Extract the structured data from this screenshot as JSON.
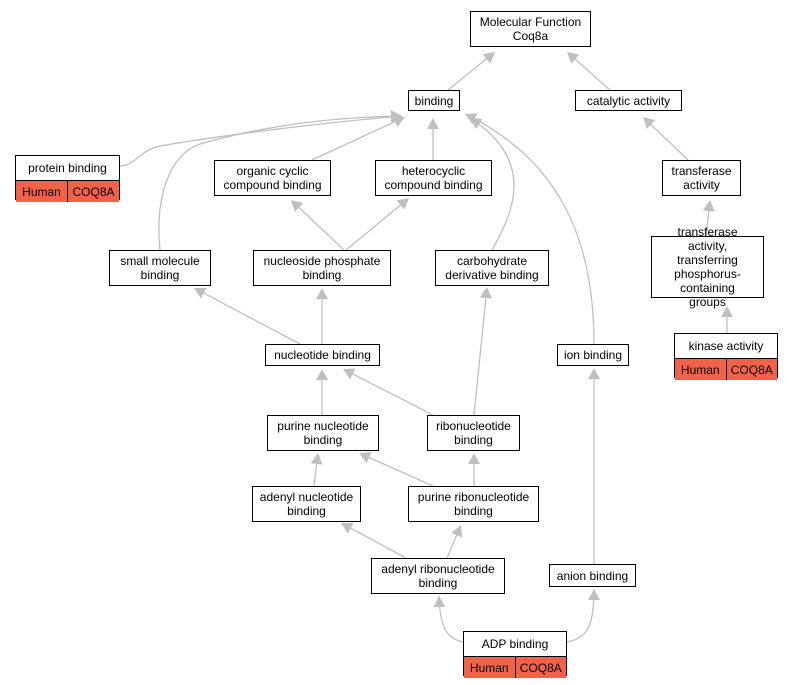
{
  "colors": {
    "edge": "#bfbfbf",
    "gene_fill": "#f16249",
    "border": "#000000"
  },
  "nodes": {
    "root": {
      "label": "Molecular Function\nCoq8a"
    },
    "binding": {
      "label": "binding"
    },
    "catalytic": {
      "label": "catalytic activity"
    },
    "protein_binding": {
      "label": "protein binding",
      "species": "Human",
      "gene": "COQ8A"
    },
    "organic_cyclic": {
      "label": "organic cyclic\ncompound binding"
    },
    "heterocyclic": {
      "label": "heterocyclic\ncompound binding"
    },
    "transferase": {
      "label": "transferase\nactivity"
    },
    "transferase_p": {
      "label": "transferase\nactivity, transferring\nphosphorus-containing\ngroups"
    },
    "small_molecule": {
      "label": "small molecule\nbinding"
    },
    "nucleoside_phosphate": {
      "label": "nucleoside phosphate\nbinding"
    },
    "carbohydrate_derivative": {
      "label": "carbohydrate\nderivative binding"
    },
    "kinase": {
      "label": "kinase activity",
      "species": "Human",
      "gene": "COQ8A"
    },
    "nucleotide": {
      "label": "nucleotide binding"
    },
    "ion": {
      "label": "ion binding"
    },
    "purine_nucleotide": {
      "label": "purine nucleotide\nbinding"
    },
    "ribonucleotide": {
      "label": "ribonucleotide\nbinding"
    },
    "adenyl_nucleotide": {
      "label": "adenyl nucleotide\nbinding"
    },
    "purine_ribonucleotide": {
      "label": "purine ribonucleotide\nbinding"
    },
    "adenyl_ribonucleotide": {
      "label": "adenyl ribonucleotide\nbinding"
    },
    "anion": {
      "label": "anion binding"
    },
    "adp": {
      "label": "ADP binding",
      "species": "Human",
      "gene": "COQ8A"
    }
  },
  "edges": [
    [
      "binding",
      "root"
    ],
    [
      "catalytic",
      "root"
    ],
    [
      "protein_binding",
      "binding"
    ],
    [
      "organic_cyclic",
      "binding"
    ],
    [
      "heterocyclic",
      "binding"
    ],
    [
      "small_molecule",
      "binding"
    ],
    [
      "carbohydrate_derivative",
      "binding"
    ],
    [
      "ion",
      "binding"
    ],
    [
      "transferase",
      "catalytic"
    ],
    [
      "transferase_p",
      "transferase"
    ],
    [
      "kinase",
      "transferase_p"
    ],
    [
      "nucleoside_phosphate",
      "organic_cyclic"
    ],
    [
      "nucleoside_phosphate",
      "heterocyclic"
    ],
    [
      "nucleotide",
      "small_molecule"
    ],
    [
      "nucleotide",
      "nucleoside_phosphate"
    ],
    [
      "ribonucleotide",
      "nucleotide"
    ],
    [
      "ribonucleotide",
      "carbohydrate_derivative"
    ],
    [
      "purine_nucleotide",
      "nucleotide"
    ],
    [
      "adenyl_nucleotide",
      "purine_nucleotide"
    ],
    [
      "purine_ribonucleotide",
      "purine_nucleotide"
    ],
    [
      "purine_ribonucleotide",
      "ribonucleotide"
    ],
    [
      "adenyl_ribonucleotide",
      "adenyl_nucleotide"
    ],
    [
      "adenyl_ribonucleotide",
      "purine_ribonucleotide"
    ],
    [
      "adp",
      "adenyl_ribonucleotide"
    ],
    [
      "adp",
      "anion"
    ],
    [
      "anion",
      "ion"
    ]
  ]
}
